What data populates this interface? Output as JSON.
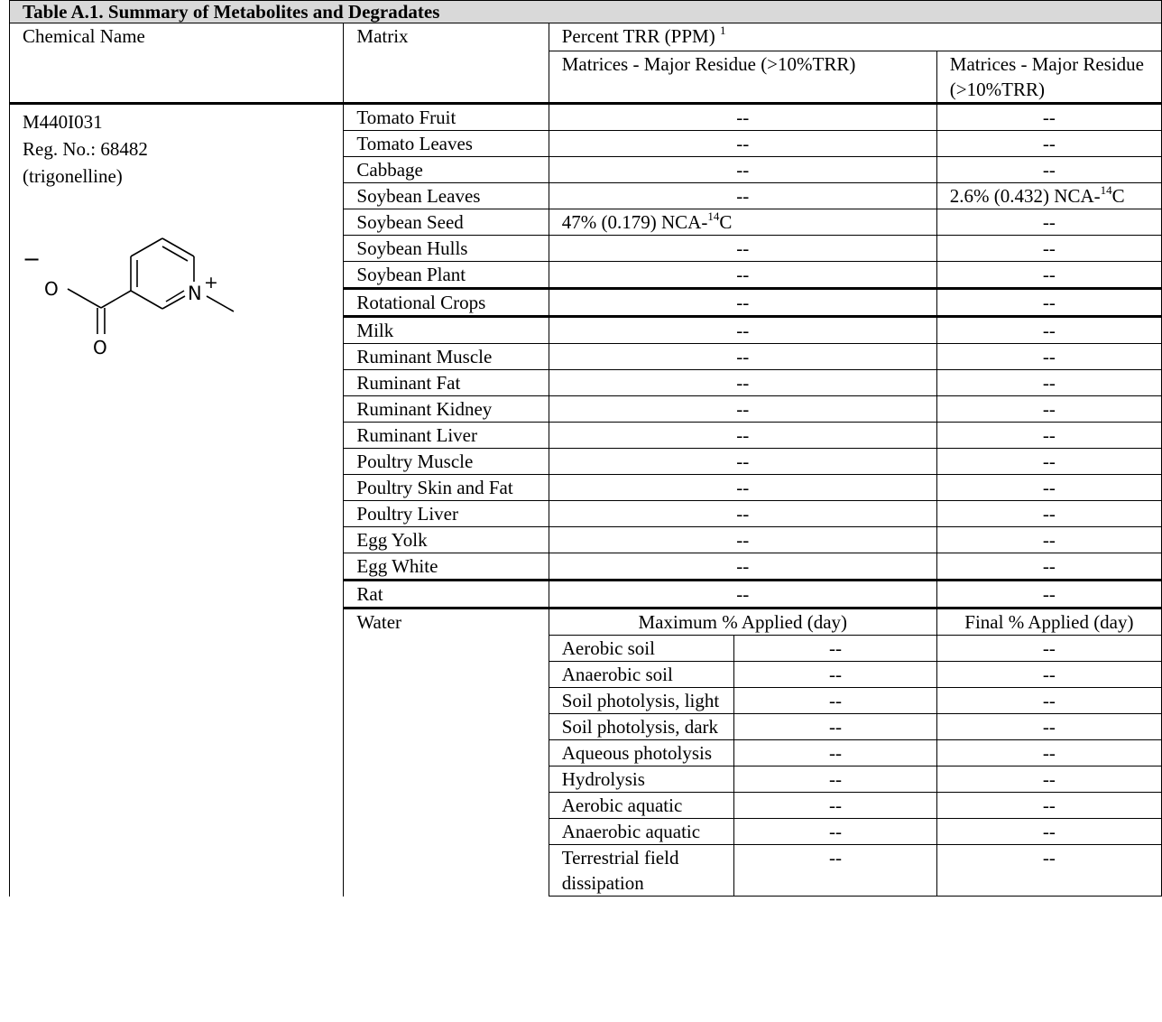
{
  "table": {
    "title": "Table A.1.  Summary of Metabolites and Degradates",
    "headers": {
      "chemical_name": "Chemical Name",
      "matrix": "Matrix",
      "percent_trr": "Percent TRR (PPM)",
      "percent_trr_sup": "1",
      "major_col_1": "Matrices - Major Residue (>10%TRR)",
      "major_col_2": "Matrices - Major Residue (>10%TRR)"
    },
    "chemical": {
      "code": "M440I031",
      "reg_no": "Reg. No.: 68482",
      "common": "(trigonelline)",
      "struct_labels": {
        "o_minus": "O",
        "minus": "−",
        "n": "N",
        "plus": "+",
        "o": "O"
      }
    },
    "rows": [
      {
        "matrix": "Tomato Fruit",
        "v1": "--",
        "v2": "--"
      },
      {
        "matrix": "Tomato Leaves",
        "v1": "--",
        "v2": "--"
      },
      {
        "matrix": "Cabbage",
        "v1": "--",
        "v2": "--"
      },
      {
        "matrix": "Soybean Leaves",
        "v1": "--",
        "v2": "2.6% (0.432) NCA-",
        "v2_sup": "14",
        "v2_tail": "C"
      },
      {
        "matrix": "Soybean Seed",
        "v1": "47% (0.179) NCA-",
        "v1_sup": "14",
        "v1_tail": "C",
        "v2": "--"
      },
      {
        "matrix": "Soybean Hulls",
        "v1": "--",
        "v2": "--"
      },
      {
        "matrix": "Soybean Plant",
        "v1": "--",
        "v2": "--"
      },
      {
        "matrix": "Rotational Crops",
        "v1": "--",
        "v2": "--"
      },
      {
        "matrix": "Milk",
        "v1": "--",
        "v2": "--"
      },
      {
        "matrix": "Ruminant Muscle",
        "v1": "--",
        "v2": "--"
      },
      {
        "matrix": "Ruminant Fat",
        "v1": "--",
        "v2": "--"
      },
      {
        "matrix": "Ruminant Kidney",
        "v1": "--",
        "v2": "--"
      },
      {
        "matrix": "Ruminant Liver",
        "v1": "--",
        "v2": "--"
      },
      {
        "matrix": "Poultry Muscle",
        "v1": "--",
        "v2": "--"
      },
      {
        "matrix": "Poultry Skin and Fat",
        "v1": "--",
        "v2": "--"
      },
      {
        "matrix": "Poultry Liver",
        "v1": "--",
        "v2": "--"
      },
      {
        "matrix": "Egg Yolk",
        "v1": "--",
        "v2": "--"
      },
      {
        "matrix": "Egg White",
        "v1": "--",
        "v2": "--"
      },
      {
        "matrix": "Rat",
        "v1": "--",
        "v2": "--"
      }
    ],
    "water": {
      "matrix": "Water",
      "max_header": "Maximum % Applied (day)",
      "final_header": "Final % Applied (day)",
      "rows": [
        {
          "study": "Aerobic soil",
          "max": "--",
          "final": "--"
        },
        {
          "study": "Anaerobic soil",
          "max": "--",
          "final": "--"
        },
        {
          "study": "Soil photolysis, light",
          "max": "--",
          "final": "--"
        },
        {
          "study": "Soil photolysis, dark",
          "max": "--",
          "final": "--"
        },
        {
          "study": "Aqueous photolysis",
          "max": "--",
          "final": "--"
        },
        {
          "study": "Hydrolysis",
          "max": "--",
          "final": "--"
        },
        {
          "study": "Aerobic aquatic",
          "max": "--",
          "final": "--"
        },
        {
          "study": "Anaerobic aquatic",
          "max": "--",
          "final": "--"
        },
        {
          "study": "Terrestrial field dissipation",
          "max": "--",
          "final": "--"
        }
      ]
    }
  }
}
